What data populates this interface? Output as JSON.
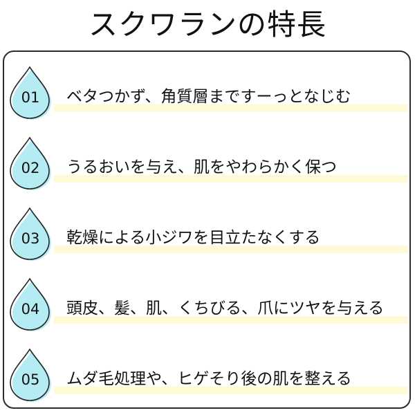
{
  "title": "スクワランの特長",
  "colors": {
    "drop_fill": "#b5ecf4",
    "drop_outline": "#222222",
    "highlight": "#fffad6",
    "border": "#2b2b2b"
  },
  "items": [
    {
      "number": "01",
      "text": "ベタつかず、角質層まですーっとなじむ"
    },
    {
      "number": "02",
      "text": "うるおいを与え、肌をやわらかく保つ"
    },
    {
      "number": "03",
      "text": "乾燥による小ジワを目立たなくする"
    },
    {
      "number": "04",
      "text": "頭皮、髪、肌、くちびる、爪にツヤを与える"
    },
    {
      "number": "05",
      "text": "ムダ毛処理や、ヒゲそり後の肌を整える"
    }
  ]
}
